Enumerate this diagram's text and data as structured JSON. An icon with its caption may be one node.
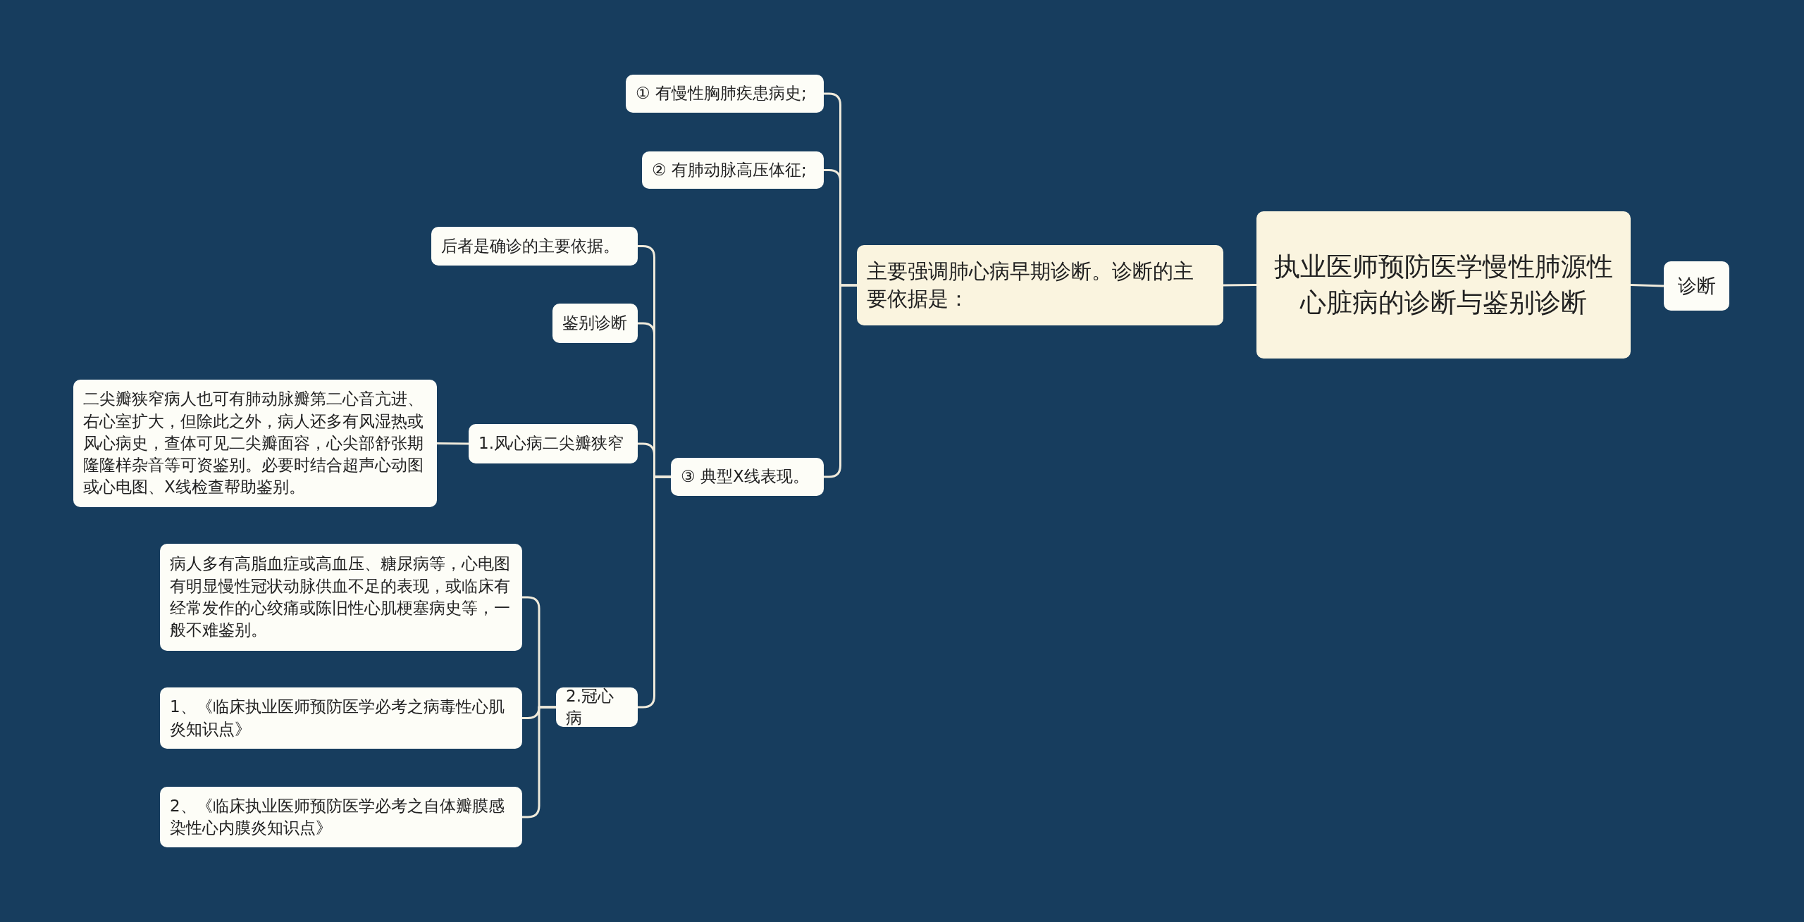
{
  "diagram": {
    "nodes": [
      {
        "text": [
          "执业医师预防医学慢性肺源性心脏病的诊断与鉴别诊断"
        ]
      },
      {
        "text": [
          "诊断"
        ]
      },
      {
        "text": [
          "主要强调肺心病早期诊断。诊断的主要依据是："
        ]
      },
      {
        "text": [
          "① 有慢性胸肺疾患病史;"
        ]
      },
      {
        "text": [
          "② 有肺动脉高压体征;"
        ]
      },
      {
        "text": [
          "③ 典型X线表现。"
        ]
      },
      {
        "text": [
          "后者是确诊的主要依据。"
        ]
      },
      {
        "text": [
          "鉴别诊断"
        ]
      },
      {
        "text": [
          "1.风心病二尖瓣狭窄"
        ]
      },
      {
        "text": [
          "二尖瓣狭窄病人也可有肺动脉瓣第二心音亢进、右心室扩大，但除此之外，病人还多有风湿热或风心病史，查体可见二尖瓣面容，心尖部舒张期隆隆样杂音等可资鉴别。必要时结合超声心动图或心电图、X线检查帮助鉴别。"
        ]
      },
      {
        "text": [
          "2.冠心病"
        ]
      },
      {
        "text": [
          "病人多有高脂血症或高血压、糖尿病等，心电图有明显慢性冠状动脉供血不足的表现，或临床有经常发作的心绞痛或陈旧性心肌梗塞病史等，一般不难鉴别。"
        ]
      },
      {
        "text": [
          "1、《临床执业医师预防医学必考之病毒性心肌炎知识点》"
        ]
      },
      {
        "text": [
          "2、《临床执业医师预防医学必考之自体瓣膜感染性心内膜炎知识点》"
        ]
      }
    ],
    "edges": [
      {
        "from": 0,
        "to": 1,
        "arrow": "none"
      },
      {
        "from": 0,
        "to": 2,
        "arrow": "none"
      },
      {
        "from": 2,
        "to": 3,
        "arrow": "none"
      },
      {
        "from": 2,
        "to": 4,
        "arrow": "none"
      },
      {
        "from": 2,
        "to": 5,
        "arrow": "none"
      },
      {
        "from": 5,
        "to": 6,
        "arrow": "none"
      },
      {
        "from": 5,
        "to": 7,
        "arrow": "none"
      },
      {
        "from": 5,
        "to": 8,
        "arrow": "none"
      },
      {
        "from": 5,
        "to": 10,
        "arrow": "none"
      },
      {
        "from": 8,
        "to": 9,
        "arrow": "none"
      },
      {
        "from": 10,
        "to": 11,
        "arrow": "none"
      },
      {
        "from": 10,
        "to": 12,
        "arrow": "none"
      },
      {
        "from": 10,
        "to": 13,
        "arrow": "none"
      }
    ]
  }
}
